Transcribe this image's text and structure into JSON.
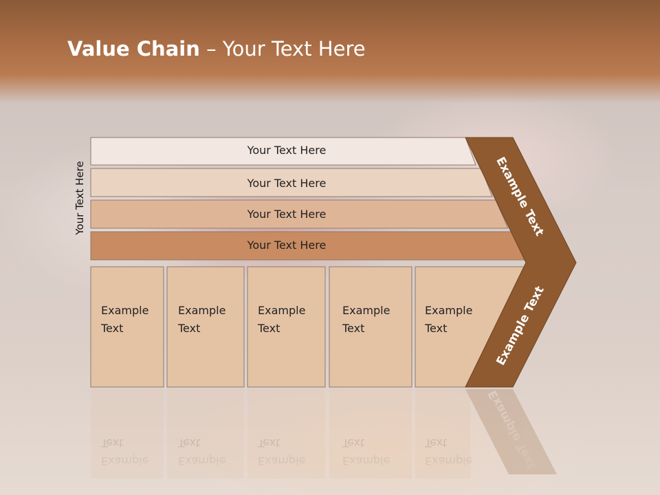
{
  "title": {
    "bold": "Value Chain",
    "rest": " – Your Text Here"
  },
  "side_label": "Your Text Here",
  "support_bars": [
    {
      "label": "Your Text Here",
      "fill": "#f2e7e1"
    },
    {
      "label": "Your Text Here",
      "fill": "#ead3c1"
    },
    {
      "label": "Your Text Here",
      "fill": "#dfb598"
    },
    {
      "label": "Your Text Here",
      "fill": "#c98b61"
    }
  ],
  "primary_cells": [
    {
      "line1": "Example",
      "line2": "Text"
    },
    {
      "line1": "Example",
      "line2": "Text"
    },
    {
      "line1": "Example",
      "line2": "Text"
    },
    {
      "line1": "Example",
      "line2": "Text"
    },
    {
      "line1": "Example",
      "line2": "Text"
    }
  ],
  "chevron": {
    "upper_label": "Example Text",
    "lower_label": "Example Text",
    "color": "#8f5a30"
  },
  "colors": {
    "cell_fill": "#e4c3a5",
    "cell_stroke": "#8c7a70",
    "header": "#a86c45"
  }
}
